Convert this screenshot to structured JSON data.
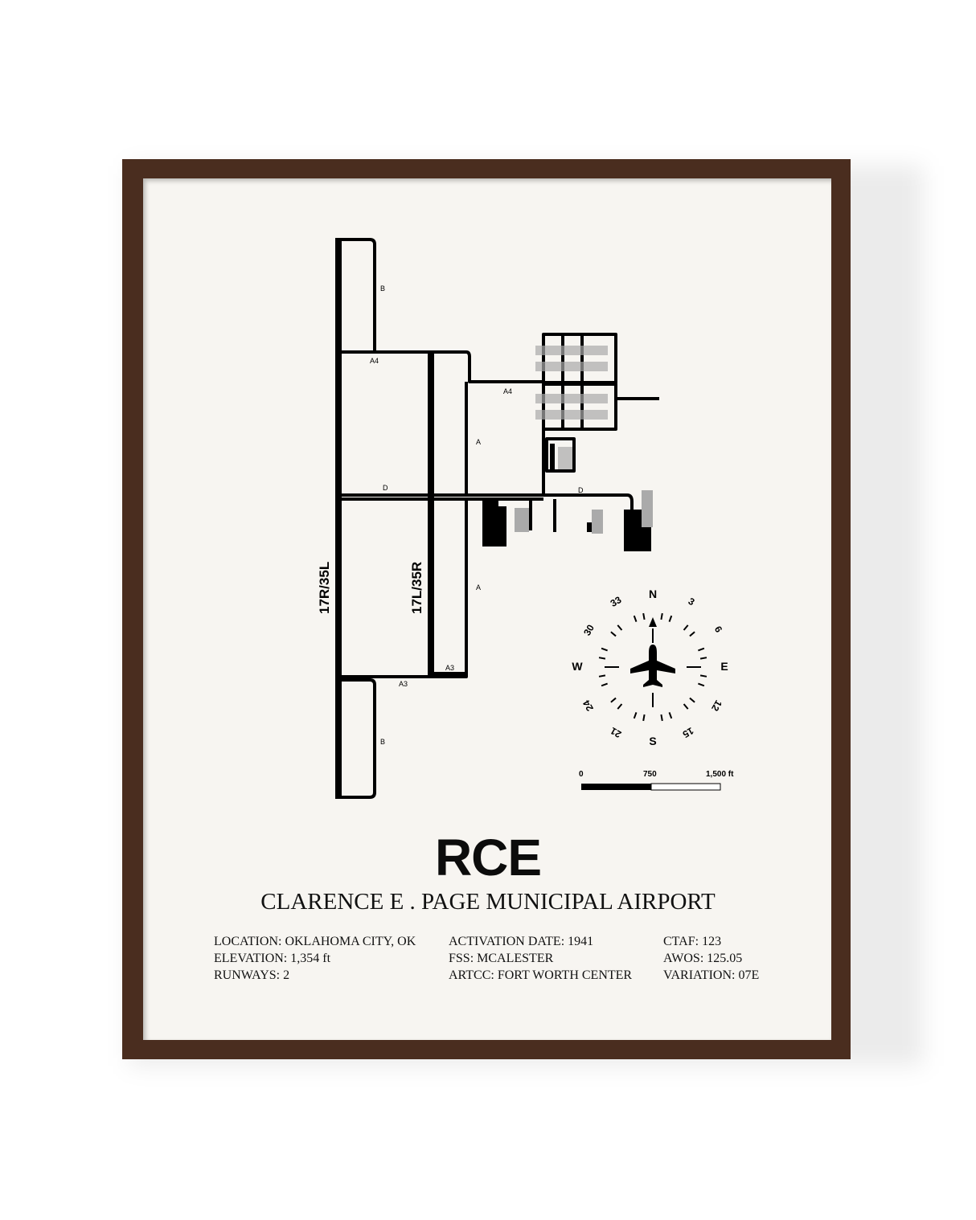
{
  "poster": {
    "code": "RCE",
    "name": "CLARENCE E . PAGE MUNICIPAL AIRPORT",
    "info_col1": [
      "LOCATION: OKLAHOMA CITY, OK",
      "ELEVATION: 1,354 ft",
      "RUNWAYS: 2"
    ],
    "info_col2": [
      "ACTIVATION DATE: 1941",
      "FSS: MCALESTER",
      "ARTCC: FORT WORTH CENTER"
    ],
    "info_col3": [
      "CTAF: 123",
      "AWOS: 125.05",
      "VARIATION: 07E"
    ]
  },
  "diagram": {
    "runway_labels": [
      "17R/35L",
      "17L/35R"
    ],
    "taxiway_labels": [
      "B",
      "A4",
      "A4",
      "A",
      "D",
      "D",
      "A",
      "A3",
      "A3",
      "B"
    ],
    "compass": {
      "cardinals": [
        "N",
        "E",
        "S",
        "W"
      ],
      "headings": [
        "3",
        "6",
        "12",
        "15",
        "21",
        "24",
        "30",
        "33"
      ]
    },
    "scale_bar": {
      "ticks": [
        "0",
        "750",
        "1,500 ft"
      ]
    }
  },
  "colors": {
    "frame": "#4a2d1f",
    "mat": "#f7f5f1",
    "ink": "#000000",
    "gray": "#aaaaaa"
  }
}
